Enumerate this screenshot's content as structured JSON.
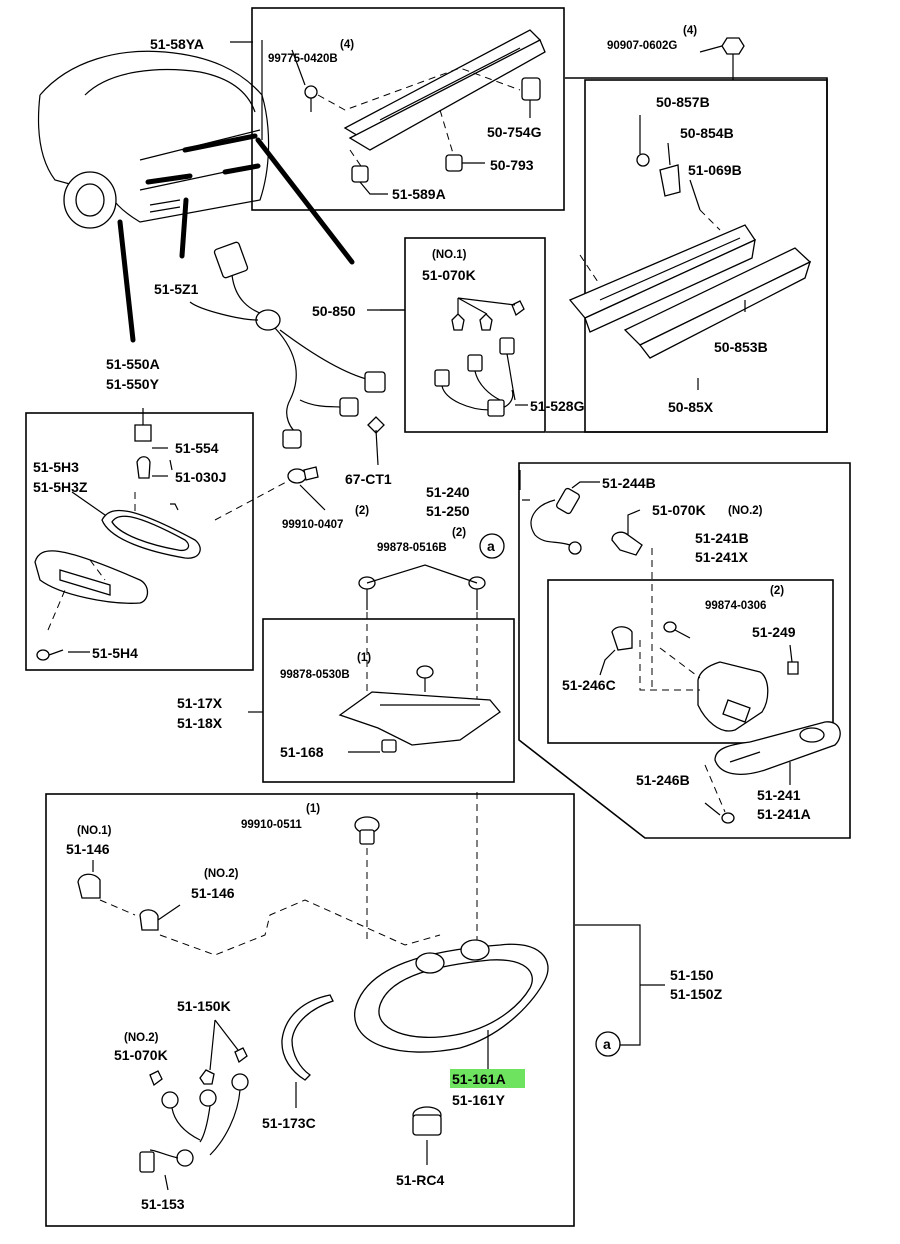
{
  "labels": {
    "p51_58YA": "51-58YA",
    "p99775_0420B": "99775-0420B",
    "q4a": "(4)",
    "p50_754G": "50-754G",
    "p50_793": "50-793",
    "p51_589A": "51-589A",
    "q4b": "(4)",
    "p90907_0602G": "90907-0602G",
    "p50_857B": "50-857B",
    "p50_854B": "50-854B",
    "p51_069B": "51-069B",
    "no1a": "(NO.1)",
    "p51_070K_a": "51-070K",
    "p50_850": "50-850",
    "p51_528G": "51-528G",
    "p50_853B": "50-853B",
    "p50_85X": "50-85X",
    "p51_5Z1": "51-5Z1",
    "p51_550A": "51-550A",
    "p51_550Y": "51-550Y",
    "p51_554": "51-554",
    "p51_030J": "51-030J",
    "p51_5H3": "51-5H3",
    "p51_5H3Z": "51-5H3Z",
    "p51_5H4": "51-5H4",
    "p67_CT1": "67-CT1",
    "q2a": "(2)",
    "p99910_0407": "99910-0407",
    "p51_240": "51-240",
    "p51_250": "51-250",
    "p51_244B": "51-244B",
    "p51_070K_b": "51-070K",
    "no2a": "(NO.2)",
    "q2b": "(2)",
    "p99878_0516B": "99878-0516B",
    "callout_a1": "a",
    "p51_241B": "51-241B",
    "p51_241X": "51-241X",
    "q2c": "(2)",
    "p99874_0306": "99874-0306",
    "p51_249": "51-249",
    "p51_246C": "51-246C",
    "q1a": "(1)",
    "p99878_0530B": "99878-0530B",
    "p51_17X": "51-17X",
    "p51_18X": "51-18X",
    "p51_168": "51-168",
    "p51_246B": "51-246B",
    "p51_241": "51-241",
    "p51_241A": "51-241A",
    "q1b": "(1)",
    "p99910_0511": "99910-0511",
    "no1b": "(NO.1)",
    "p51_146_a": "51-146",
    "no2b": "(NO.2)",
    "p51_146_b": "51-146",
    "p51_150": "51-150",
    "p51_150Z": "51-150Z",
    "p51_150K": "51-150K",
    "no2c": "(NO.2)",
    "p51_070K_c": "51-070K",
    "callout_a2": "a",
    "p51_161A": "51-161A",
    "p51_161Y": "51-161Y",
    "p51_173C": "51-173C",
    "p51_153": "51-153",
    "p51_RC4": "51-RC4"
  },
  "colors": {
    "highlight": "#6ee35f",
    "ink": "#000000"
  }
}
